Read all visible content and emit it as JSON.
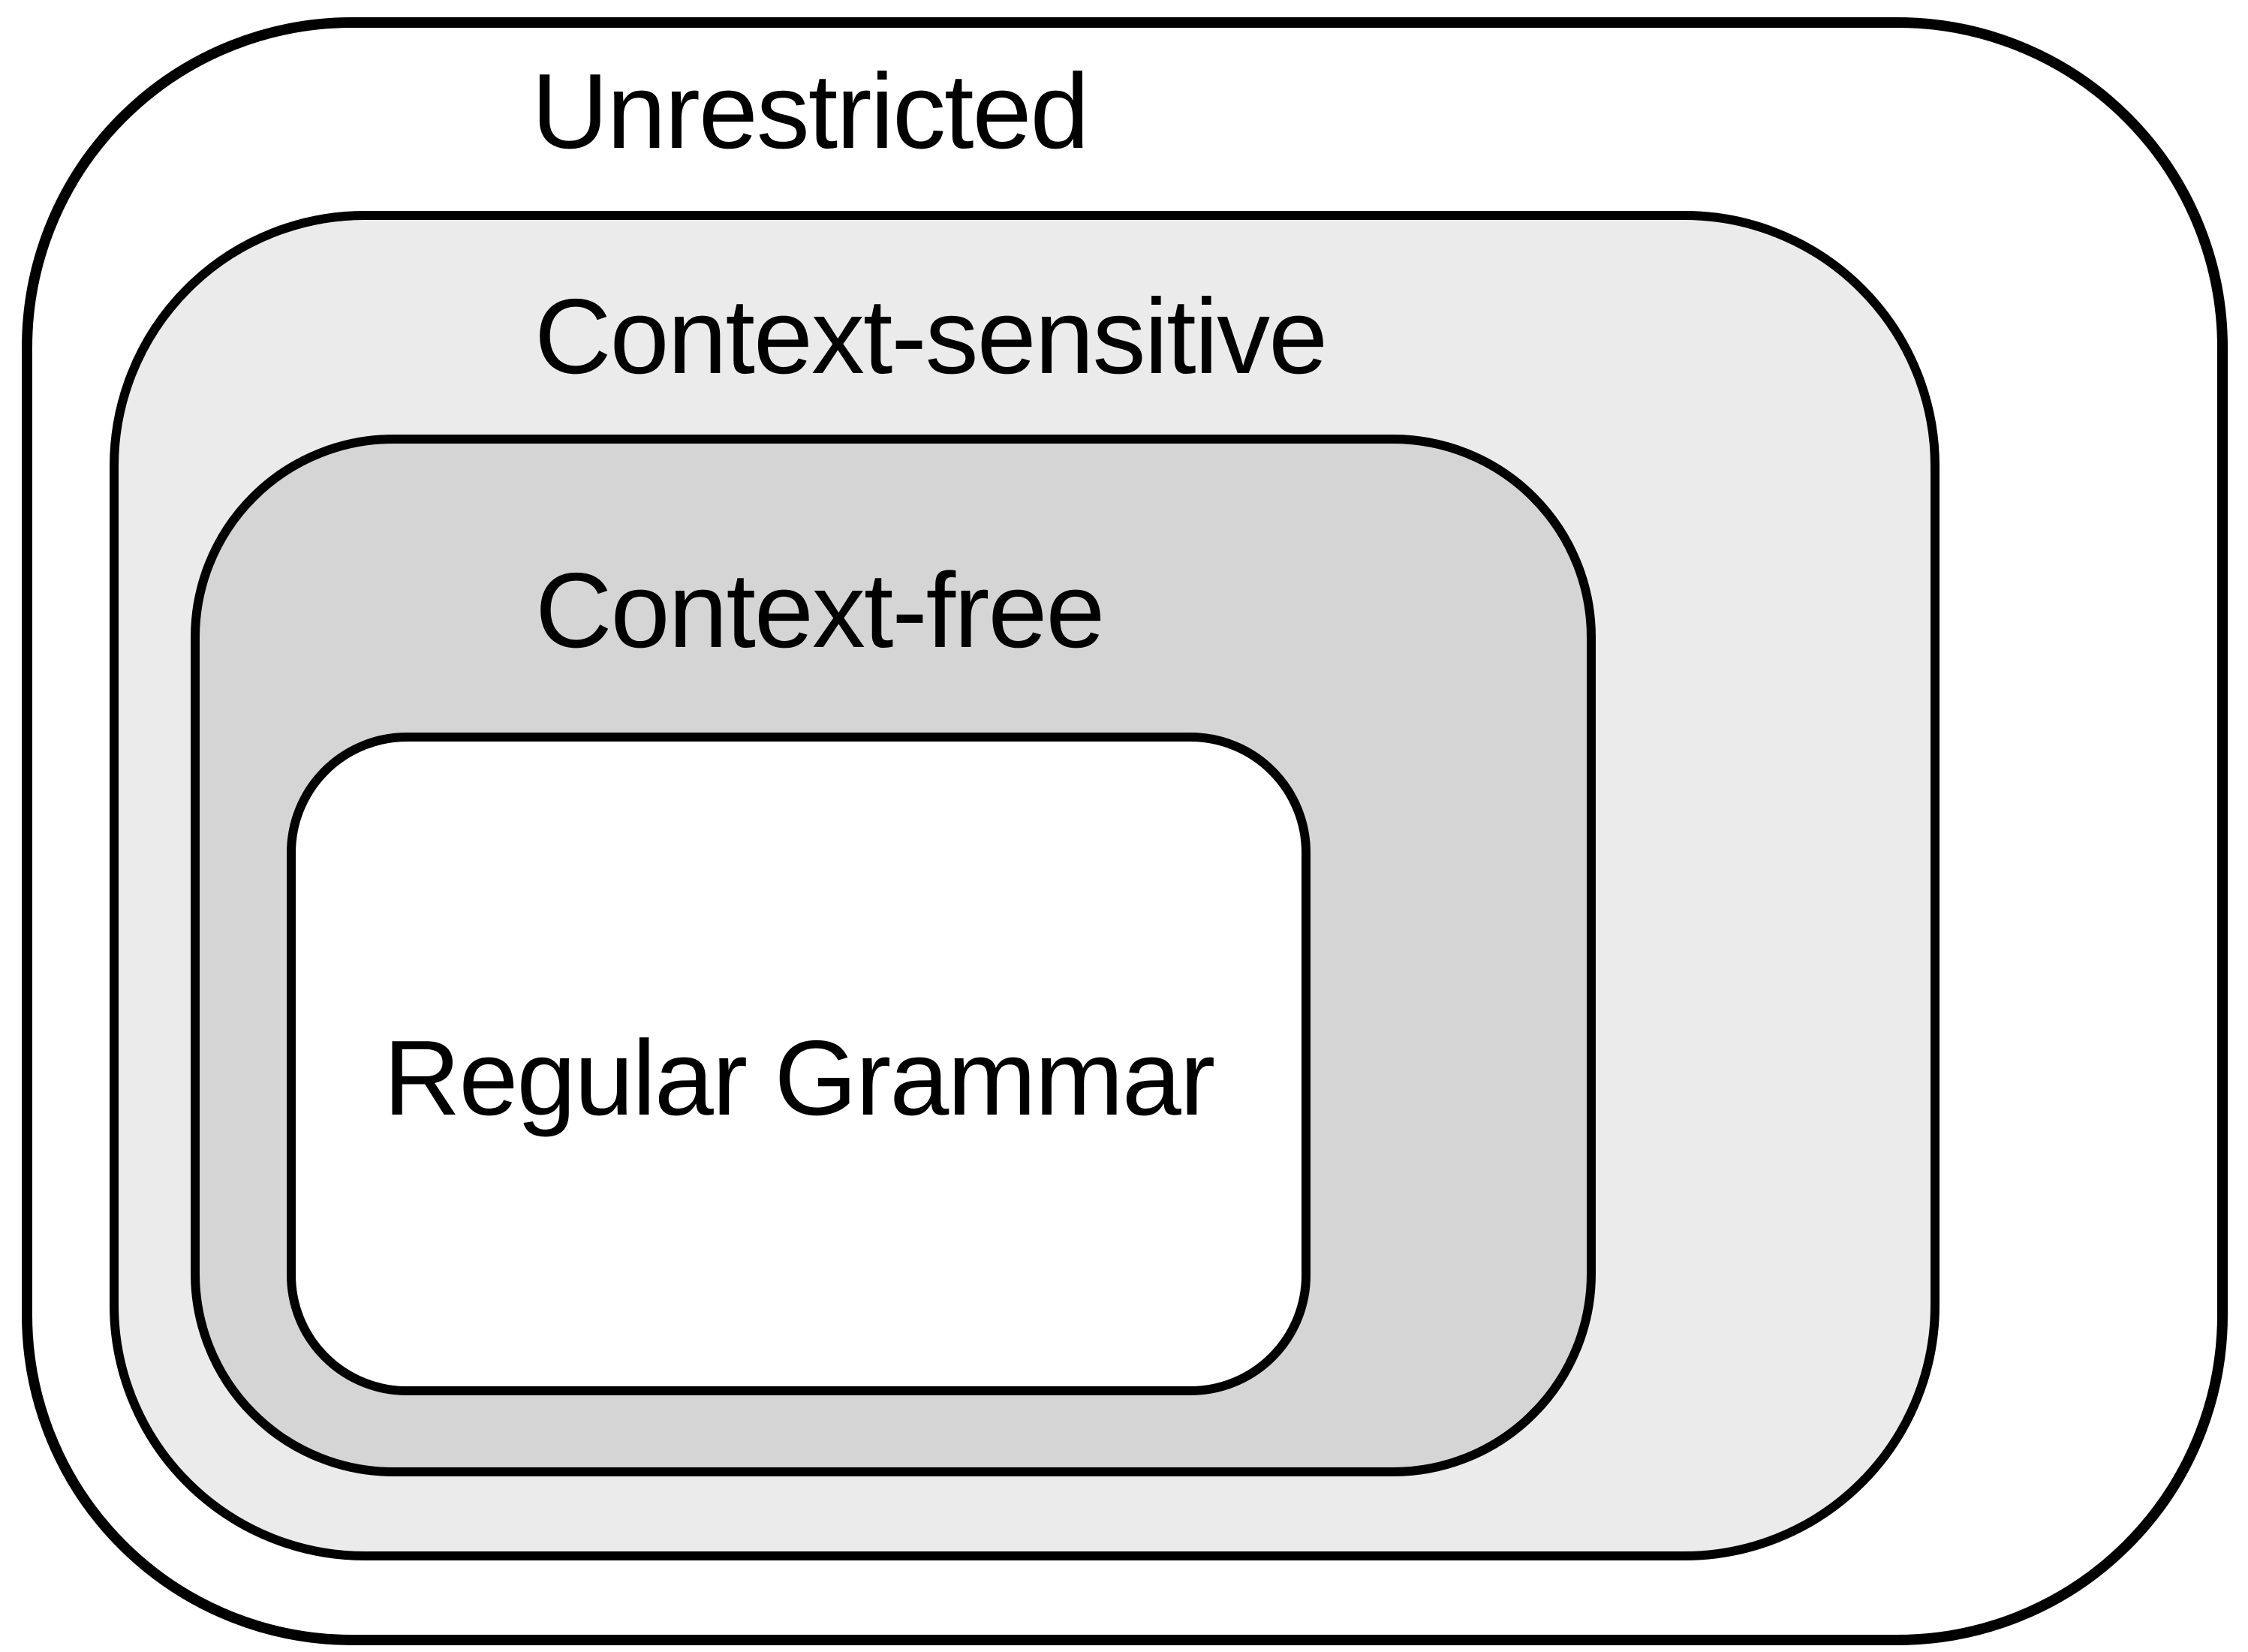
{
  "diagram": {
    "type": "nested-sets",
    "stroke_color": "#000000",
    "canvas_background": "#ffffff",
    "levels": [
      {
        "id": "unrestricted",
        "label": "Unrestricted",
        "fill": "#ffffff"
      },
      {
        "id": "context-sensitive",
        "label": "Context-sensitive",
        "fill": "#ebebeb"
      },
      {
        "id": "context-free",
        "label": "Context-free",
        "fill": "#d5d5d5"
      },
      {
        "id": "regular-grammar",
        "label": "Regular Grammar",
        "fill": "#ffffff"
      }
    ]
  }
}
